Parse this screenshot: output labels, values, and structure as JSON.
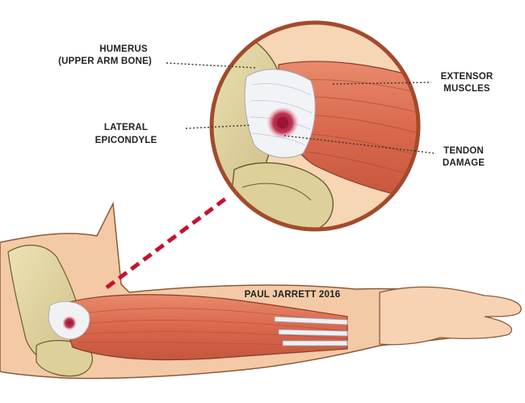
{
  "labels": {
    "humerus_line1": "HUMERUS",
    "humerus_line2": "(UPPER ARM BONE)",
    "lateral_line1": "LATERAL",
    "lateral_line2": "EPICONDYLE",
    "extensor_line1": "EXTENSOR",
    "extensor_line2": "MUSCLES",
    "tendon_line1": "TENDON",
    "tendon_line2": "DAMAGE",
    "credit": "PAUL JARRETT 2016"
  },
  "colors": {
    "zoom_ring": "#a34a2c",
    "zoom_connector": "#c8102e",
    "damage": "#b3243c",
    "muscle": "#d96f55",
    "bone": "#e6dca8",
    "skin": "#f5cfae"
  }
}
